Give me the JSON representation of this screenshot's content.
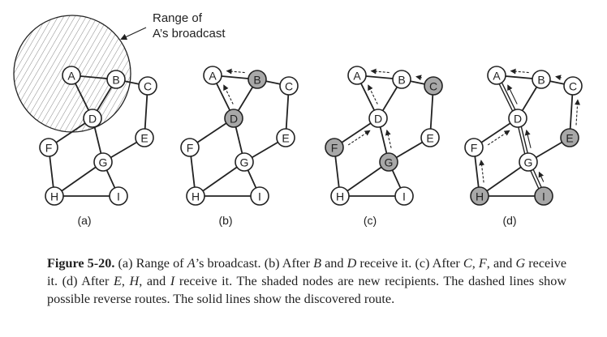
{
  "figure": {
    "annotation": [
      "Range of",
      "A’s broadcast"
    ],
    "nodes": [
      "A",
      "B",
      "C",
      "D",
      "E",
      "F",
      "G",
      "H",
      "I"
    ],
    "edges": [
      [
        "A",
        "B"
      ],
      [
        "A",
        "D"
      ],
      [
        "B",
        "D"
      ],
      [
        "B",
        "C"
      ],
      [
        "C",
        "E"
      ],
      [
        "D",
        "F"
      ],
      [
        "D",
        "G"
      ],
      [
        "E",
        "G"
      ],
      [
        "F",
        "H"
      ],
      [
        "G",
        "H"
      ],
      [
        "G",
        "I"
      ],
      [
        "H",
        "I"
      ]
    ],
    "colors": {
      "stroke": "#222222",
      "shaded": "#a8a8a8",
      "node_fill": "#ffffff"
    },
    "panels": [
      {
        "label": "(a)",
        "shaded": [],
        "reverse_routes": [],
        "discovered_route": []
      },
      {
        "label": "(b)",
        "shaded": [
          "B",
          "D"
        ],
        "reverse_routes": [
          [
            "B",
            "A"
          ],
          [
            "D",
            "A"
          ]
        ],
        "discovered_route": []
      },
      {
        "label": "(c)",
        "shaded": [
          "C",
          "F",
          "G"
        ],
        "reverse_routes": [
          [
            "B",
            "A"
          ],
          [
            "D",
            "A"
          ],
          [
            "C",
            "B"
          ],
          [
            "F",
            "D"
          ],
          [
            "G",
            "D"
          ]
        ],
        "discovered_route": []
      },
      {
        "label": "(d)",
        "shaded": [
          "E",
          "H",
          "I"
        ],
        "reverse_routes": [
          [
            "B",
            "A"
          ],
          [
            "C",
            "B"
          ],
          [
            "F",
            "D"
          ],
          [
            "E",
            "C"
          ],
          [
            "H",
            "F"
          ]
        ],
        "discovered_route": [
          [
            "D",
            "A"
          ],
          [
            "G",
            "D"
          ],
          [
            "I",
            "G"
          ]
        ]
      }
    ]
  },
  "caption": {
    "label": "Figure 5-20.",
    "text_parts": [
      {
        "t": " (a) Range of ",
        "i": false
      },
      {
        "t": "A",
        "i": true
      },
      {
        "t": "’s broadcast. (b) After ",
        "i": false
      },
      {
        "t": "B",
        "i": true
      },
      {
        "t": " and ",
        "i": false
      },
      {
        "t": "D",
        "i": true
      },
      {
        "t": " receive it. (c) After ",
        "i": false
      },
      {
        "t": "C",
        "i": true
      },
      {
        "t": ", ",
        "i": false
      },
      {
        "t": "F",
        "i": true
      },
      {
        "t": ", and ",
        "i": false
      },
      {
        "t": "G",
        "i": true
      },
      {
        "t": " receive it. (d) After ",
        "i": false
      },
      {
        "t": "E",
        "i": true
      },
      {
        "t": ", ",
        "i": false
      },
      {
        "t": "H",
        "i": true
      },
      {
        "t": ", and ",
        "i": false
      },
      {
        "t": "I",
        "i": true
      },
      {
        "t": " receive it.  The shaded nodes are new recipients.  The dashed lines show possible reverse routes.  The solid lines show the discovered route.",
        "i": false
      }
    ]
  }
}
